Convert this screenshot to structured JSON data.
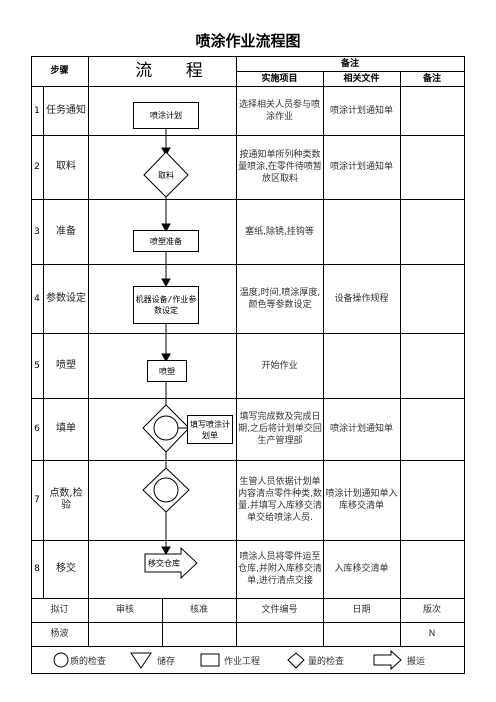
{
  "title": "喷涂作业流程图",
  "header": {
    "step": "步骤",
    "flow": "流  程",
    "remarks": "备注",
    "action": "实施项目",
    "docs": "相关文件",
    "note": "备注"
  },
  "steps": [
    {
      "num": "1",
      "name": "任务通知",
      "action": "选择相关人员参与喷涂作业",
      "doc": "喷涂计划通知单"
    },
    {
      "num": "2",
      "name": "取料",
      "action": "按通知单所列种类数量喷涂,在零件待喷暂放区取料",
      "doc": "喷涂计划通知单"
    },
    {
      "num": "3",
      "name": "准备",
      "action": "塞纸,除锈,挂钩等",
      "doc": ""
    },
    {
      "num": "4",
      "name": "参数设定",
      "action": "温度,时间,喷涂厚度,颜色等参数设定",
      "doc": "设备操作规程"
    },
    {
      "num": "5",
      "name": "喷塑",
      "action": "开始作业",
      "doc": ""
    },
    {
      "num": "6",
      "name": "填单",
      "action": "填写完成数及完成日期,之后将计划单交回生产管理部",
      "doc": "喷涂计划通知单"
    },
    {
      "num": "7",
      "name": "点数,检验",
      "action": "生管人员依据计划单内容清点零件种类,数量.并填写入库移交清单交给喷涂人员.",
      "doc": "喷涂计划通知单入库移交清单"
    },
    {
      "num": "8",
      "name": "移交",
      "action": "喷涂人员将零件运至仓库,并附入库移交清单,进行清点交接",
      "doc": "入库移交清单"
    }
  ],
  "flow": {
    "s1": "喷涂计划",
    "s2": "取料",
    "s3": "喷塑准备",
    "s4": "机器设备/作业参数设定",
    "s5": "喷塑",
    "s6": "填写喷涂计划单",
    "s8": "移交仓库"
  },
  "footer": {
    "labels": [
      "拟订",
      "审核",
      "核准",
      "文件编号",
      "日期",
      "版次"
    ],
    "values": [
      "杨波",
      "",
      "",
      "",
      "",
      "N"
    ]
  },
  "legend": {
    "quality": "质的检查",
    "storage": "储存",
    "work": "作业工程",
    "quantity": "量的检查",
    "transport": "搬运"
  }
}
